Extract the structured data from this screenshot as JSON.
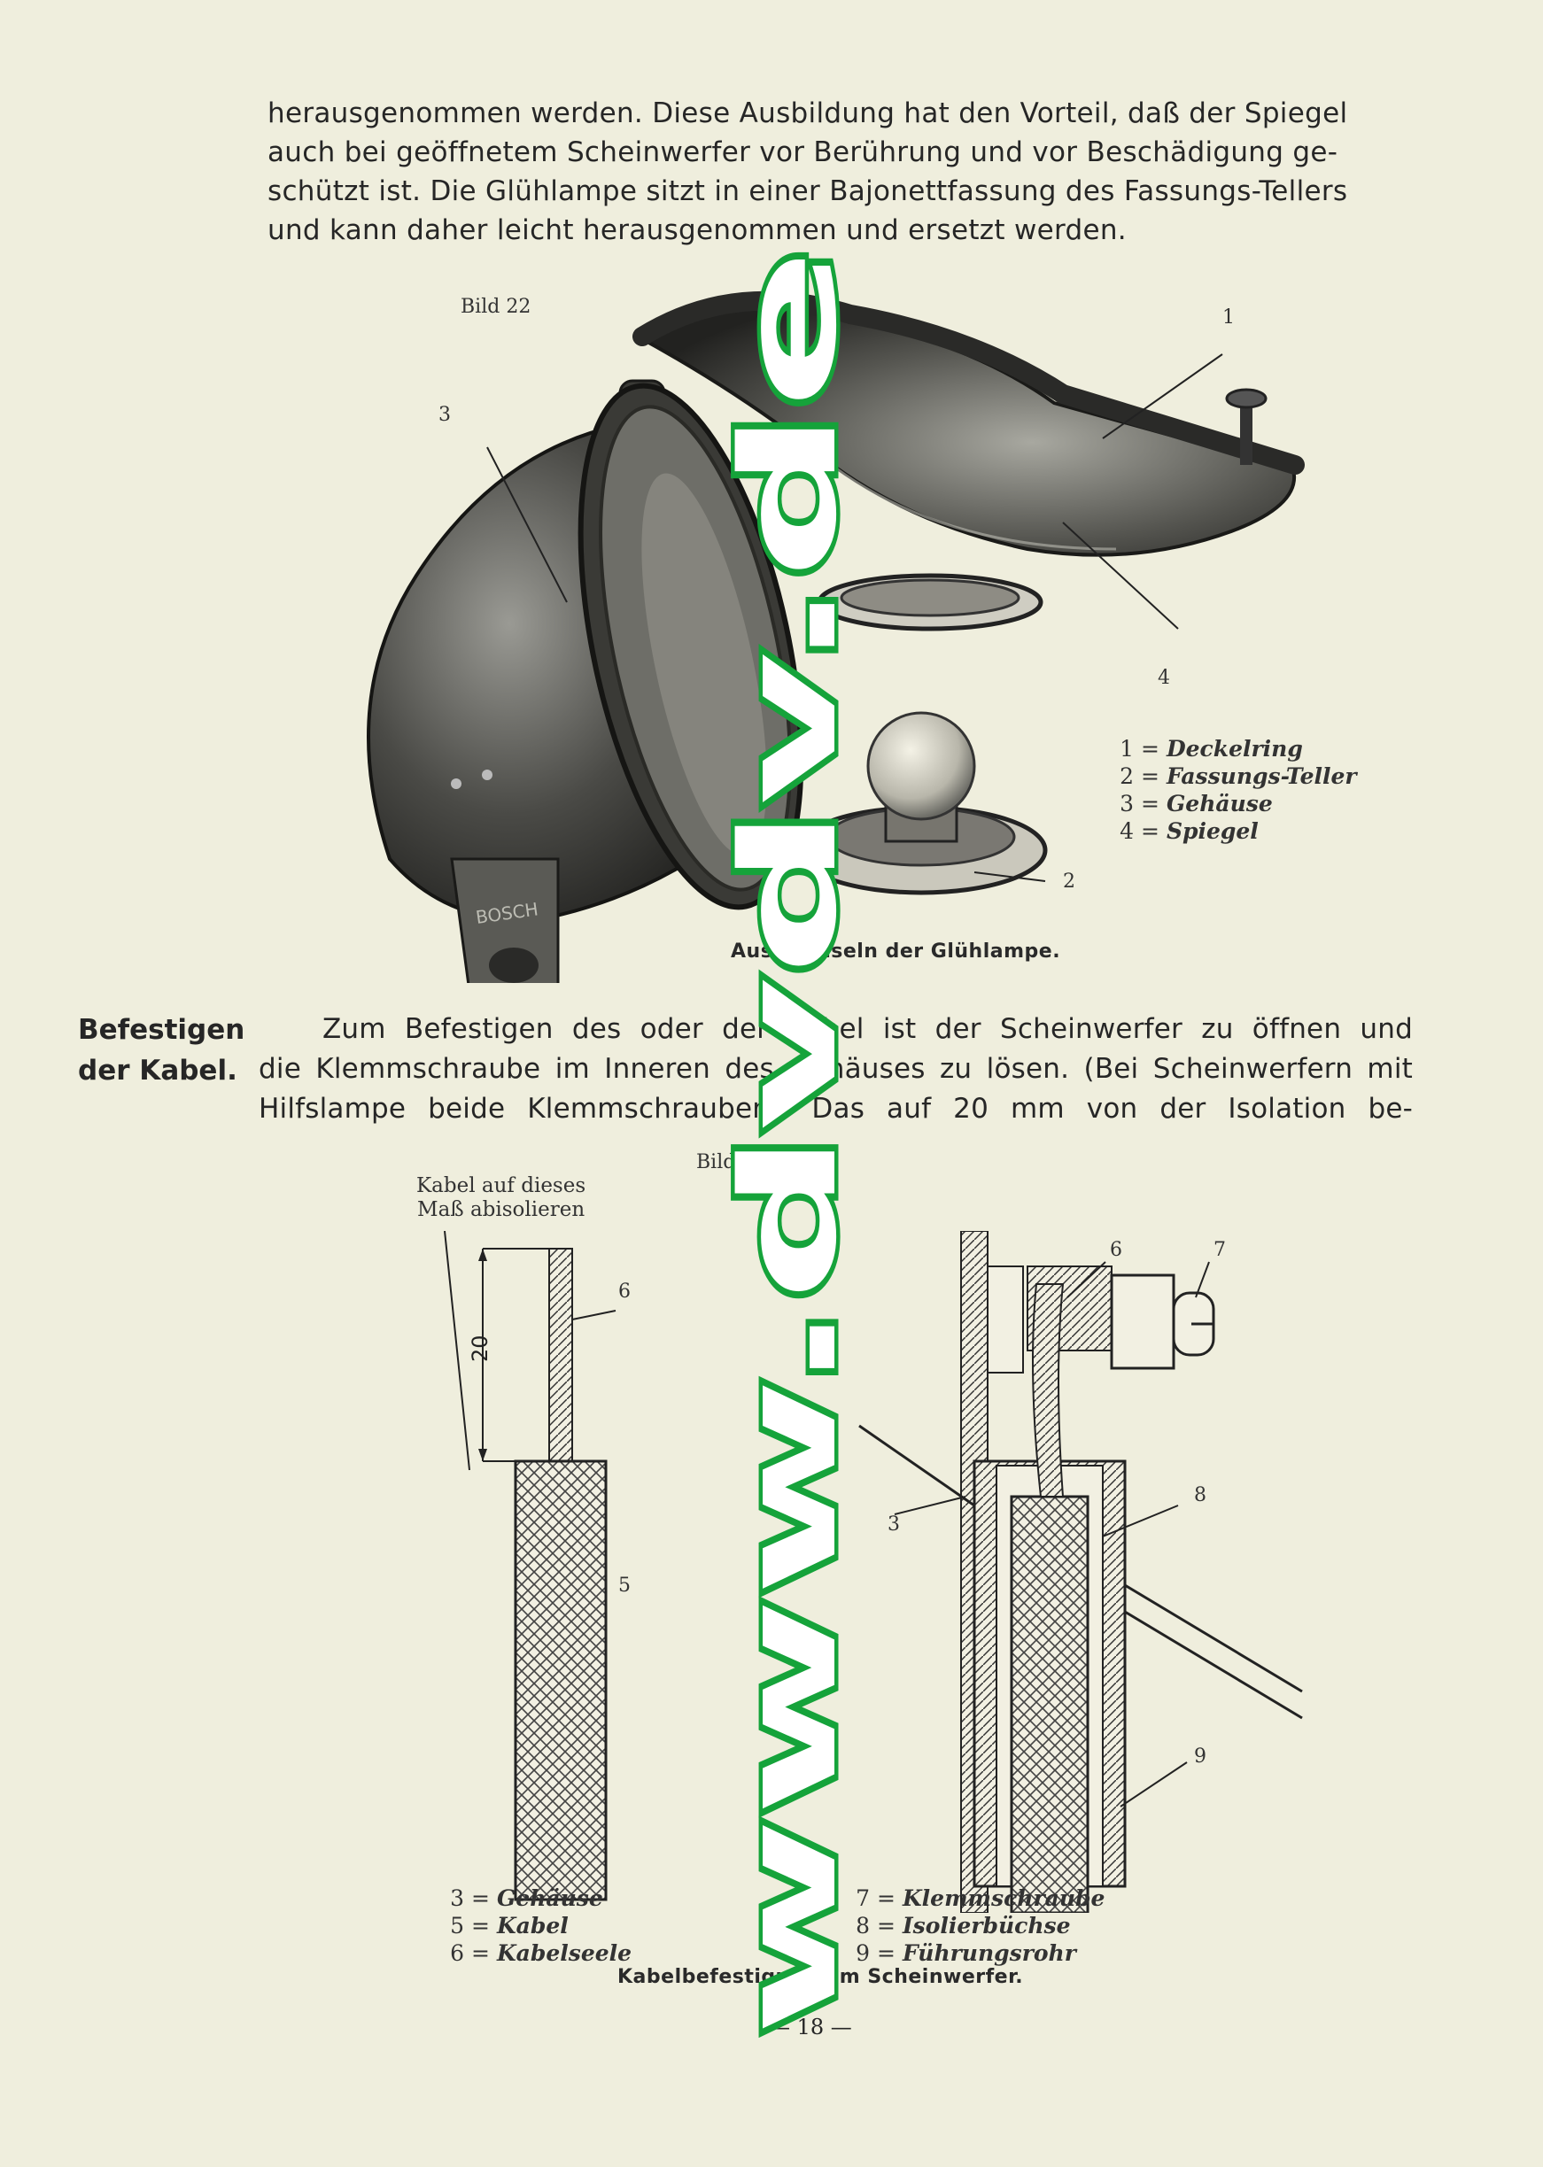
{
  "intro_lines": [
    "herausgenommen werden. Diese Ausbildung hat den Vorteil, daß der Spiegel",
    "auch bei geöffnetem Scheinwerfer vor Berührung und vor Beschädigung ge-",
    "schützt ist. Die Glühlampe sitzt in einer Bajonettfassung des Fassungs-Tellers",
    "und kann daher leicht herausgenommen und ersetzt werden."
  ],
  "figure22": {
    "label": "Bild 22",
    "callouts": [
      "1",
      "2",
      "3",
      "4"
    ],
    "legend": [
      {
        "num": "1",
        "text": "Deckelring"
      },
      {
        "num": "2",
        "text": "Fassungs-Teller"
      },
      {
        "num": "3",
        "text": "Gehäuse"
      },
      {
        "num": "4",
        "text": "Spiegel"
      }
    ],
    "maker_mark": "BOSCH",
    "caption": "Auswechseln der Glühlampe."
  },
  "section": {
    "side_heading": [
      "Befestigen",
      "der Kabel."
    ],
    "lines": [
      "Zum Befestigen des oder der Kabel ist der Scheinwerfer zu öffnen und",
      "die Klemmschraube im Inneren des Gehäuses zu lösen. (Bei Scheinwerfern mit",
      "Hilfslampe beide Klemmschrauben). Das auf 20 mm von der Isolation be-"
    ]
  },
  "figure23": {
    "label": "Bild 23",
    "note": [
      "Kabel auf dieses",
      "Maß abisolieren"
    ],
    "dimension": "20",
    "callouts_left": [
      "6",
      "5"
    ],
    "callouts_right": [
      "6",
      "7",
      "3",
      "8",
      "9"
    ],
    "legend_left": [
      {
        "num": "3",
        "text": "Gehäuse"
      },
      {
        "num": "5",
        "text": "Kabel"
      },
      {
        "num": "6",
        "text": "Kabelseele"
      }
    ],
    "legend_right": [
      {
        "num": "7",
        "text": "Klemmschraube"
      },
      {
        "num": "8",
        "text": "Isolierbüchse"
      },
      {
        "num": "9",
        "text": "Führungsrohr"
      }
    ],
    "caption": "Kabelbefestigung am Scheinwerfer."
  },
  "page_number": "— 18 —",
  "watermark": "www.dvdv.de",
  "colors": {
    "paper": "#efeedd",
    "ink": "#262626",
    "watermark": "#15a33a"
  }
}
